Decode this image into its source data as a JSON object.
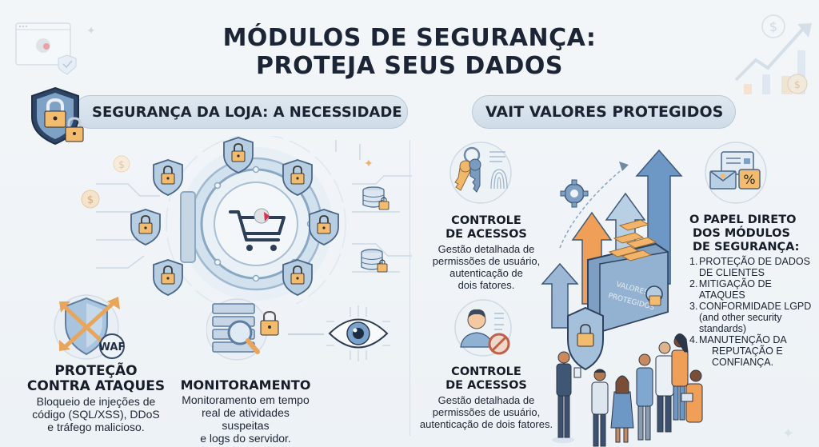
{
  "title": {
    "line1": "MÓDULOS DE SEGURANÇA:",
    "line2": "PROTEJA SEUS DADOS"
  },
  "left_section": {
    "header": "SEGURANÇA DA LOJA: A NECESSIDADE",
    "vault_graphic": "vault-with-shopping-cart",
    "features": [
      {
        "icon": "waf-shield-icon",
        "badge": "WAF",
        "title_line1": "PROTEÇÃO",
        "title_line2": "CONTRA ATAQUES",
        "desc_line1": "Bloqueio de injeções de",
        "desc_line2": "código (SQL/XSS), DDoS",
        "desc_line3": "e tráfego malicioso."
      },
      {
        "icon": "server-magnifier-icon",
        "title_line1": "MONITORAMENTO",
        "desc_line1": "Monitoramento em tempo",
        "desc_line2": "real de atividades suspeitas",
        "desc_line3": "e logs do servidor."
      }
    ]
  },
  "right_section": {
    "header": "VAIT VALORES PROTEGIDOS",
    "safe_label_line1": "VALORES",
    "safe_label_line2": "PROTEGIDOS",
    "features": [
      {
        "icon": "keys-fingerprint-icon",
        "title_line1": "CONTROLE",
        "title_line2": "DE ACESSOS",
        "desc_line1": "Gestão detalhada de",
        "desc_line2": "permissões de usuário,",
        "desc_line3": "autenticação de",
        "desc_line4": "dois fatores."
      },
      {
        "icon": "user-blocked-icon",
        "title_line1": "CONTROLE",
        "title_line2": "DE ACESSOS",
        "desc_line1": "Gestão detalhada de",
        "desc_line2": "permissões de usuário,",
        "desc_line3": "autenticação de dois fatores."
      }
    ],
    "role": {
      "title_line1": "O PAPEL DIRETO",
      "title_line2": "DOS MÓDULOS",
      "title_line3": "DE SEGURANÇA:",
      "items": [
        {
          "num": "1.",
          "line1": "PROTEÇÃO DE DADOS",
          "line2": "DE CLIENTES"
        },
        {
          "num": "2.",
          "line1": "MITIGAÇÃO DE ATAQUES"
        },
        {
          "num": "3.",
          "line1": "CONFORMIDADE LGPD",
          "line2": "(and other security",
          "line3": "standards)"
        },
        {
          "num": "4.",
          "line1": "MANUTENÇÃO DA",
          "line2": "REPUTAÇÃO E",
          "line3": "CONFIANÇA."
        }
      ]
    }
  },
  "colors": {
    "navy": "#2a3a55",
    "steel_blue": "#7fa3c8",
    "light_blue": "#c9dcec",
    "gold": "#f0b86a",
    "orange": "#ef9a4f",
    "background": "#f0f4f7"
  }
}
